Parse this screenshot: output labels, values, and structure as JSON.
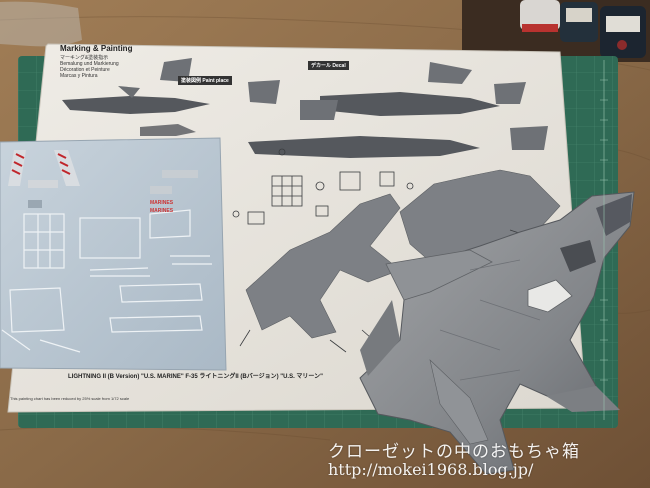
{
  "scene": {
    "kind": "photo-of-instruction-sheet-and-model",
    "colors": {
      "table_wood": "#8a6a48",
      "cutting_mat": "#2f6a55",
      "sheet_paper": "#ece9e2",
      "aircraft_gray": "#8e9094",
      "decal_backing": "#b9c7d3"
    }
  },
  "sheet": {
    "heading": "Marking & Painting",
    "sub_lines": [
      "マーキング&塗装指示",
      "Bemalung und Markierung",
      "Décoration et Peinture",
      "Marcas y Pintura"
    ],
    "paint_tag": "塗装図例 Paint place",
    "decal_tag": "デカール Decal",
    "footer": "LIGHTNING II (B Version) \"U.S. MARINE\" F-35 ライトニングII (Bバージョン) \"U.S. マリーン\"",
    "foot_note": "This painting chart has been reduced by 25% scale from 1/72 scale"
  },
  "decal_sheet": {
    "texts": [
      "MARINES",
      "MARINES"
    ]
  },
  "watermark": {
    "line1": "クローゼットの中のおもちゃ箱",
    "line2": "http://mokei1968.blog.jp/"
  }
}
